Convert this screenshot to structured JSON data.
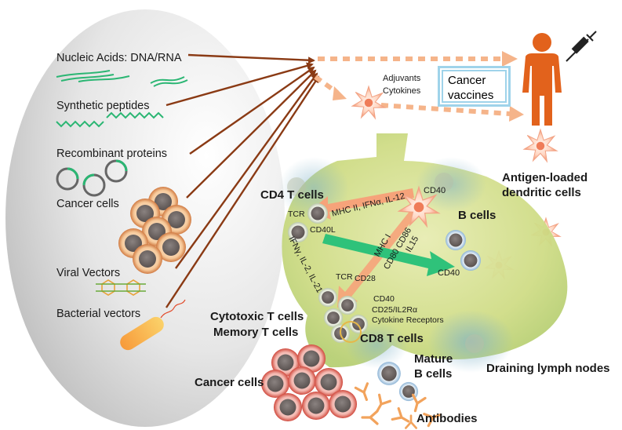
{
  "sources": {
    "nucleic_acids": "Nucleic Acids: DNA/RNA",
    "synthetic_peptides": "Synthetic peptides",
    "recombinant_proteins": "Recombinant proteins",
    "cancer_cells": "Cancer cells",
    "viral_vectors": "Viral Vectors",
    "bacterial_vectors": "Bacterial vectors"
  },
  "adjuvants": "Adjuvants",
  "cytokines": "Cytokines",
  "cancer_vaccines": "Cancer vaccines",
  "antigen_loaded_line1": "Antigen-loaded",
  "antigen_loaded_line2": "dendritic cells",
  "lymph": {
    "cd4_t_cells": "CD4 T cells",
    "tcr_1": "TCR",
    "cd40l": "CD40L",
    "cd40_dc": "CD40",
    "mhc2_signal": "MHC II, IFNα, IL-12",
    "b_cells": "B cells",
    "cd40_b": "CD40",
    "mhc1": "MHC I",
    "cd80_cd86": "CD80 CD86",
    "il15": "IL15",
    "ifn_signal": "IFNγ, IL-2, IL-21",
    "tcr_2": "TCR",
    "cd28": "CD28",
    "cd40_cd8": "CD40",
    "cd25": "CD25/IL2Rα",
    "cytokine_receptors": "Cytokine Receptors",
    "cd8_t_cells": "CD8 T cells",
    "draining": "Draining lymph nodes"
  },
  "cytotoxic": "Cytotoxic T cells",
  "memory": "Memory T cells",
  "cancer_cells_bottom": "Cancer cells",
  "mature": "Mature",
  "b_cells_bottom": "B cells",
  "antibodies": "Antibodies",
  "colors": {
    "arrow_brown": "#8a3a14",
    "dashed_orange": "#f5b48a",
    "person": "#e2621c",
    "lymph_green": "#c8d878",
    "green_arrow": "#2fc27a",
    "peach_arrow": "#f6a37a",
    "box_border": "#9fd3ea"
  },
  "icons": [
    "syringe-icon",
    "person-icon",
    "dendritic-cell-icon",
    "bacterium-icon",
    "antibody-icon"
  ]
}
